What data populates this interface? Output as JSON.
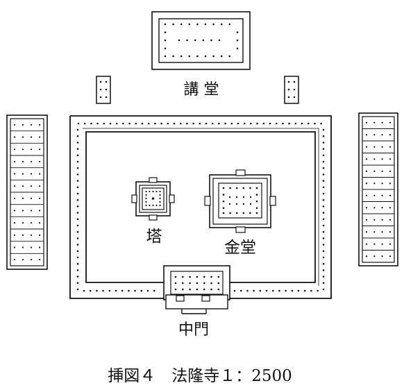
{
  "labels": {
    "lecture_hall": "講 堂",
    "pagoda": "塔",
    "golden_hall": "金堂",
    "middle_gate": "中門"
  },
  "caption": "挿図４　法隆寺１：2500",
  "colors": {
    "ink": "#111111",
    "paper": "#ffffff"
  }
}
